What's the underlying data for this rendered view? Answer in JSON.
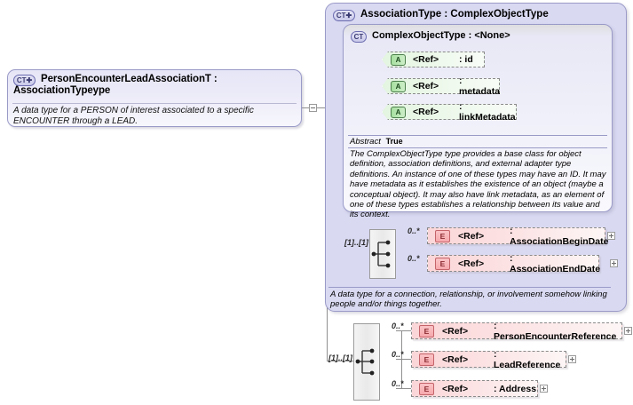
{
  "diagram": {
    "kind": "xsd-complex-type-diagram"
  },
  "left_type": {
    "icon": "complex-type-expand-icon",
    "icon_label": "CT",
    "title": "PersonEncounterLeadAssociationT : AssociationTypeype",
    "documentation": "A data type for a PERSON of interest associated to a specific ENCOUNTER through a LEAD.",
    "collapse_toggle": "minus-icon"
  },
  "association_type": {
    "icon_label": "CT",
    "title": "AssociationType : ComplexObjectType",
    "documentation": "A data type for a connection, relationship, or involvement somehow linking people and/or things together.",
    "cardinality": "[1]..[1]",
    "elements": [
      {
        "icon_label": "E",
        "ref": "<Ref>",
        "name": ": AssociationBeginDate",
        "occurs": "0..*",
        "expander": "plus-icon"
      },
      {
        "icon_label": "E",
        "ref": "<Ref>",
        "name": ": AssociationEndDate",
        "occurs": "0..*",
        "expander": "plus-icon"
      }
    ]
  },
  "complex_object_type": {
    "icon_label": "CT",
    "title": "ComplexObjectType : <None>",
    "attributes": [
      {
        "icon_label": "A",
        "ref": "<Ref>",
        "name": ": id"
      },
      {
        "icon_label": "A",
        "ref": "<Ref>",
        "name": ": metadata"
      },
      {
        "icon_label": "A",
        "ref": "<Ref>",
        "name": ": linkMetadata"
      }
    ],
    "abstract_key": "Abstract",
    "abstract_value": "True",
    "documentation": "The ComplexObjectType type provides a base class for object definition, association definitions, and external adapter type definitions. An instance of one of these types may have an ID. It may have metadata as it establishes the existence of an object (maybe a conceptual object). It may also have link metadata, as an element of one of these types establishes a relationship between its value and its context."
  },
  "derived_sequence": {
    "cardinality": "[1]..[1]",
    "elements": [
      {
        "icon_label": "E",
        "ref": "<Ref>",
        "name": ": PersonEncounterReference",
        "occurs": "0..*",
        "expander": "plus-icon"
      },
      {
        "icon_label": "E",
        "ref": "<Ref>",
        "name": ": LeadReference",
        "occurs": "0..*",
        "expander": "plus-icon"
      },
      {
        "icon_label": "E",
        "ref": "<Ref>",
        "name": ": Address",
        "occurs": "0..*",
        "expander": "plus-icon"
      }
    ]
  },
  "colors": {
    "association_box": "#d9d9f2",
    "attribute_green": "#e3f5e0",
    "element_pink": "#fbd6d8",
    "border": "#9a9ac8",
    "line": "#8f8f8f"
  }
}
